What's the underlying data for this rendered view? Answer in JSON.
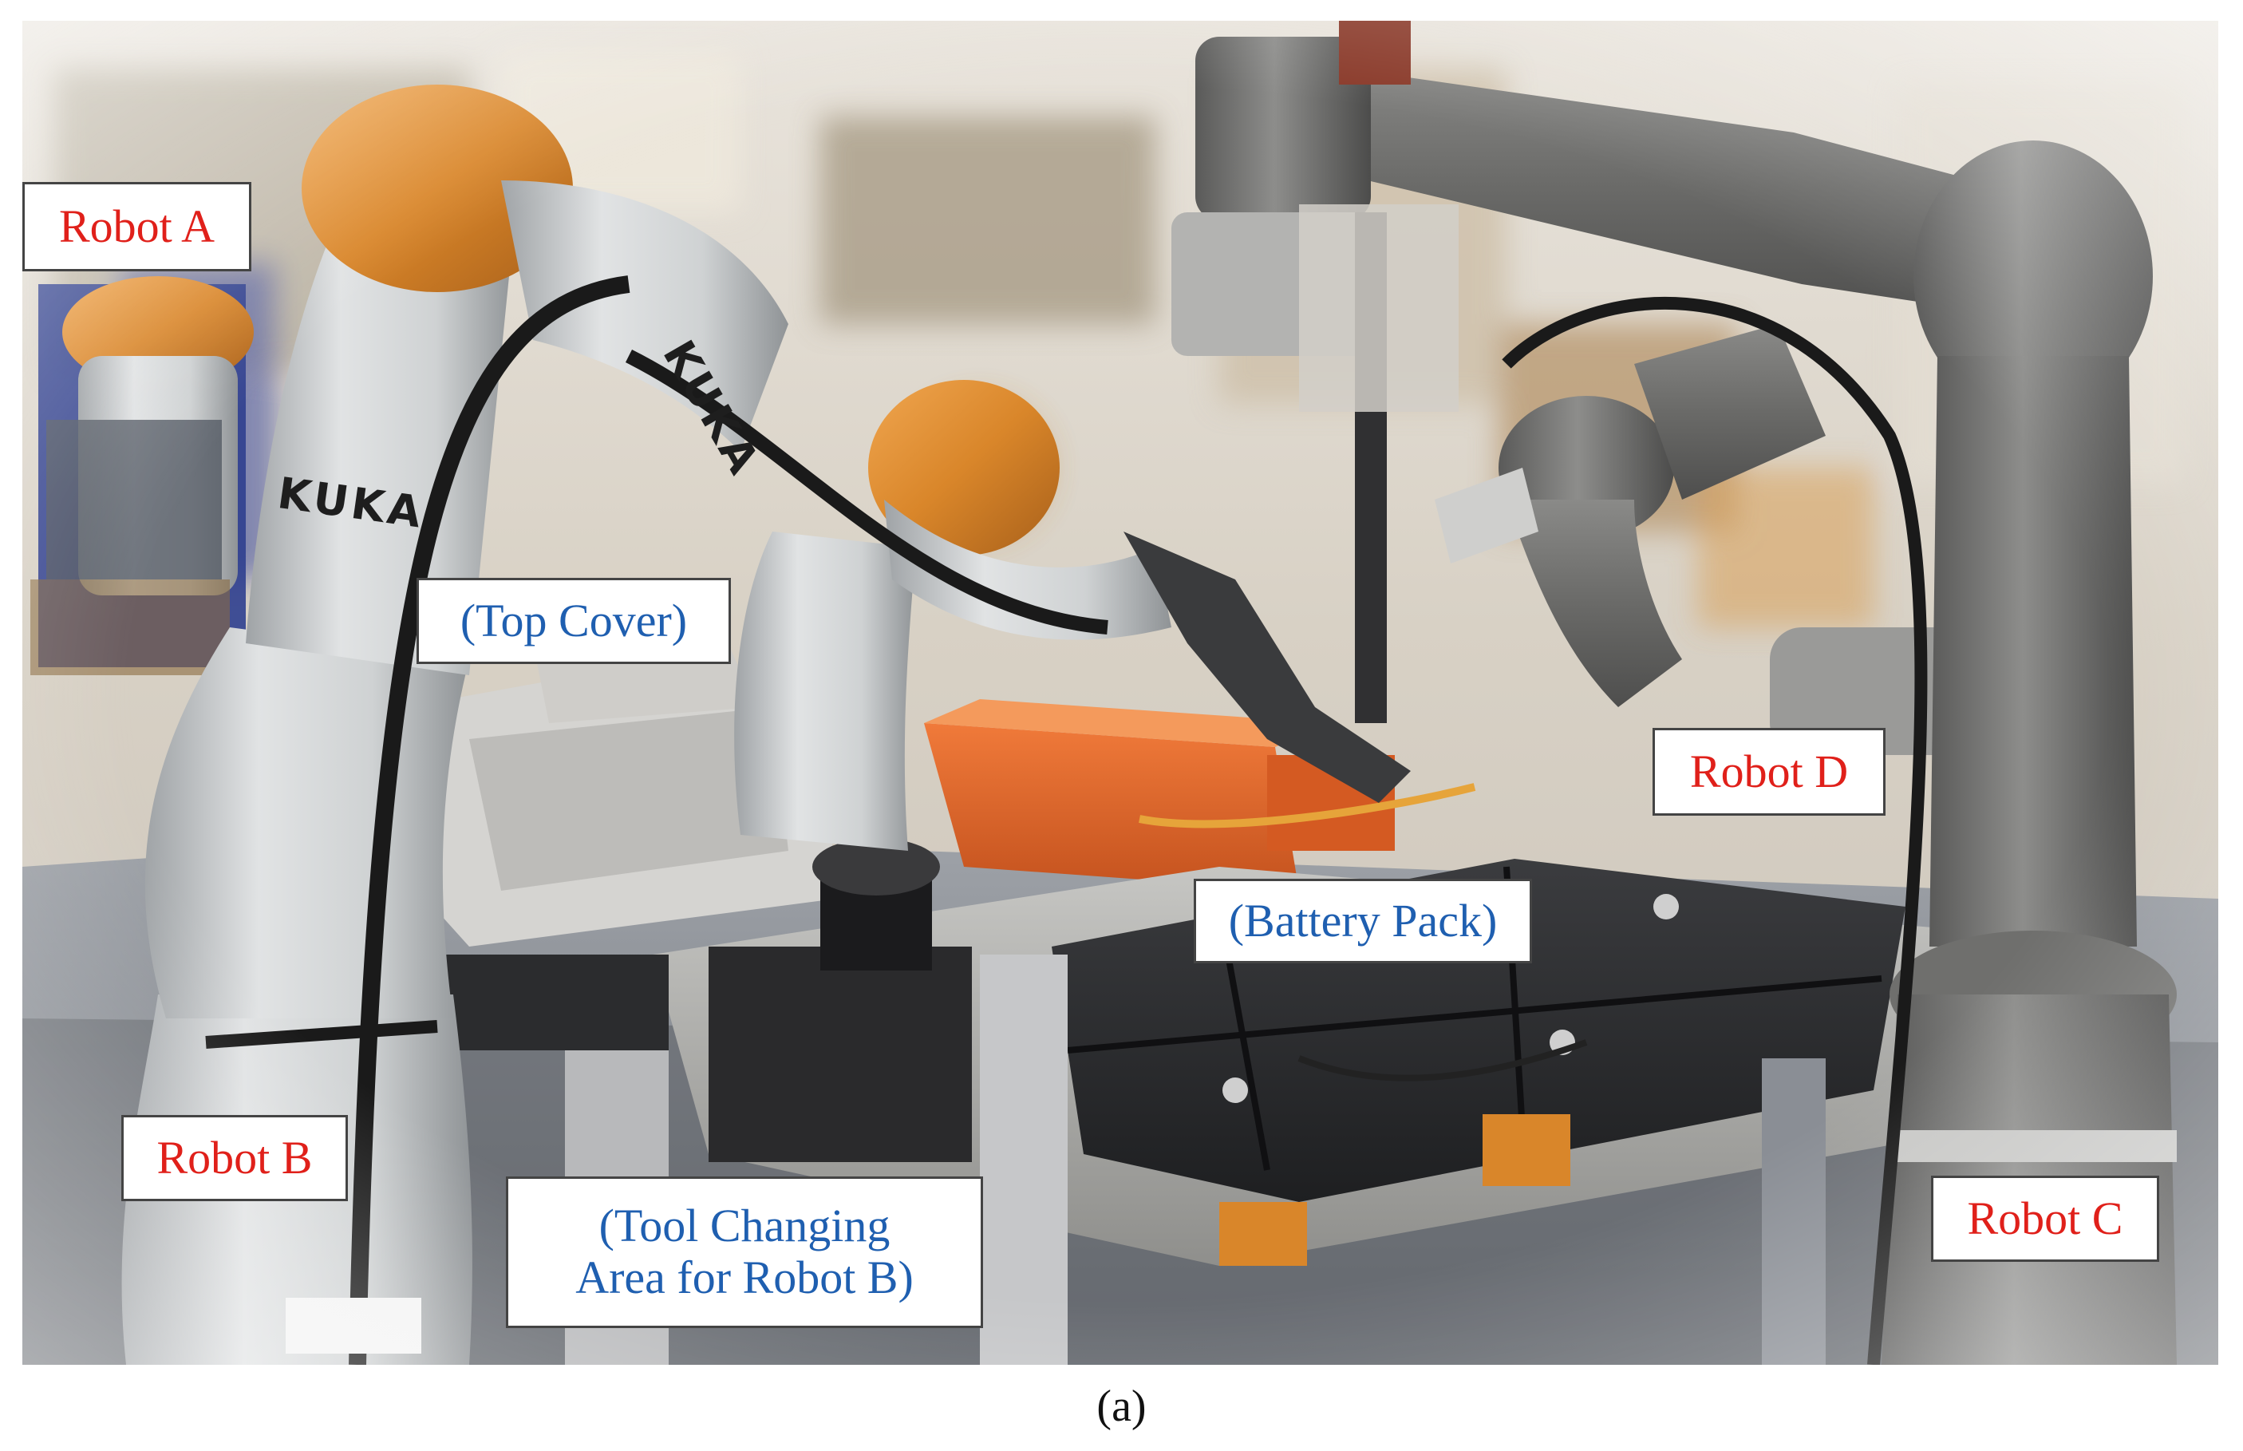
{
  "labels": {
    "robot_a": "Robot A",
    "robot_b": "Robot B",
    "robot_c": "Robot C",
    "robot_d": "Robot D",
    "top_cover": "(Top Cover)",
    "battery_pack": "(Battery Pack)",
    "tool_changing_line1": "(Tool Changing",
    "tool_changing_line2": "Area for Robot B)"
  },
  "branding": {
    "kuka_upper": "KUKA",
    "kuka_lower": "KUKA"
  },
  "caption": "(a)",
  "colors": {
    "robot_label": "#e0201a",
    "component_label": "#1f5fb0",
    "kuka_orange": "#d9862a",
    "kuka_grey": "#c9cbcc",
    "ur_dark": "#6a6a68",
    "battery_black": "#2c2d2f",
    "bin_orange": "#e06a2c"
  }
}
